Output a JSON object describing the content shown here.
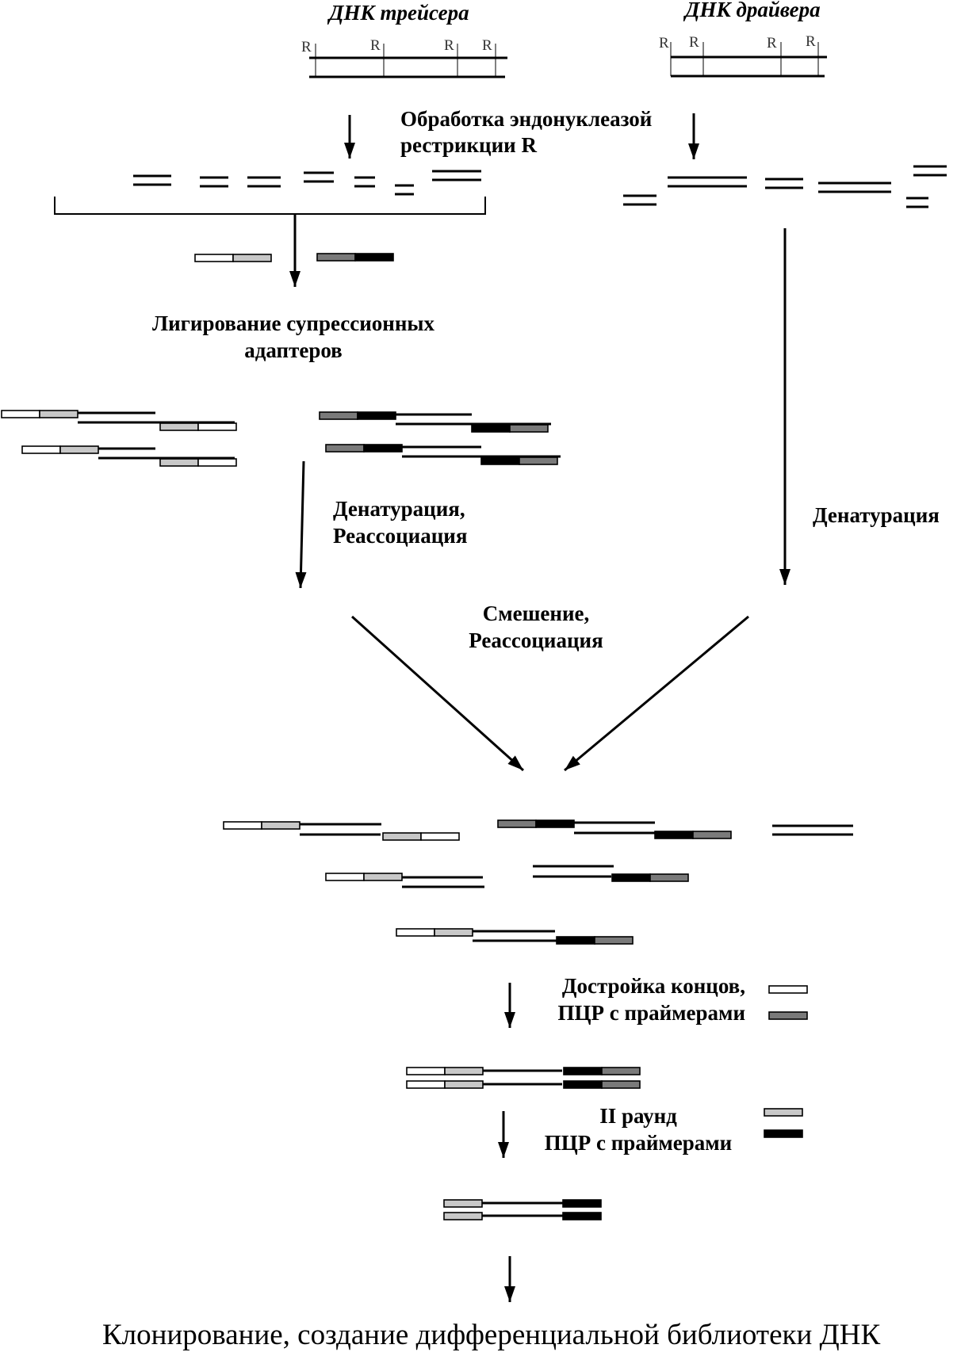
{
  "title_tracer": "ДНК трейсера",
  "title_driver": "ДНК драйвера",
  "site_label": "R",
  "step_restriction": [
    "Обработка эндонуклеазой",
    "рестрикции R"
  ],
  "step_ligation": [
    "Лигирование супрессионных",
    "адаптеров"
  ],
  "step_denat_tracer": [
    "Денатурация,",
    "Реассоциация"
  ],
  "step_denat_driver": "Денатурация",
  "step_mixing": [
    "Смешение,",
    "Реассоциация"
  ],
  "step_pcr1": [
    "Достройка концов,",
    "ПЦР с праймерами"
  ],
  "step_pcr2": [
    "II раунд",
    "ПЦР с праймерами"
  ],
  "final": "Клонирование, создание дифференциальной библиотеки ДНК",
  "colors": {
    "line": "#000000",
    "adapter_white": "#ffffff",
    "adapter_light": "#c8c8c8",
    "adapter_mid": "#7a7a7a",
    "adapter_dark": "#000000"
  }
}
